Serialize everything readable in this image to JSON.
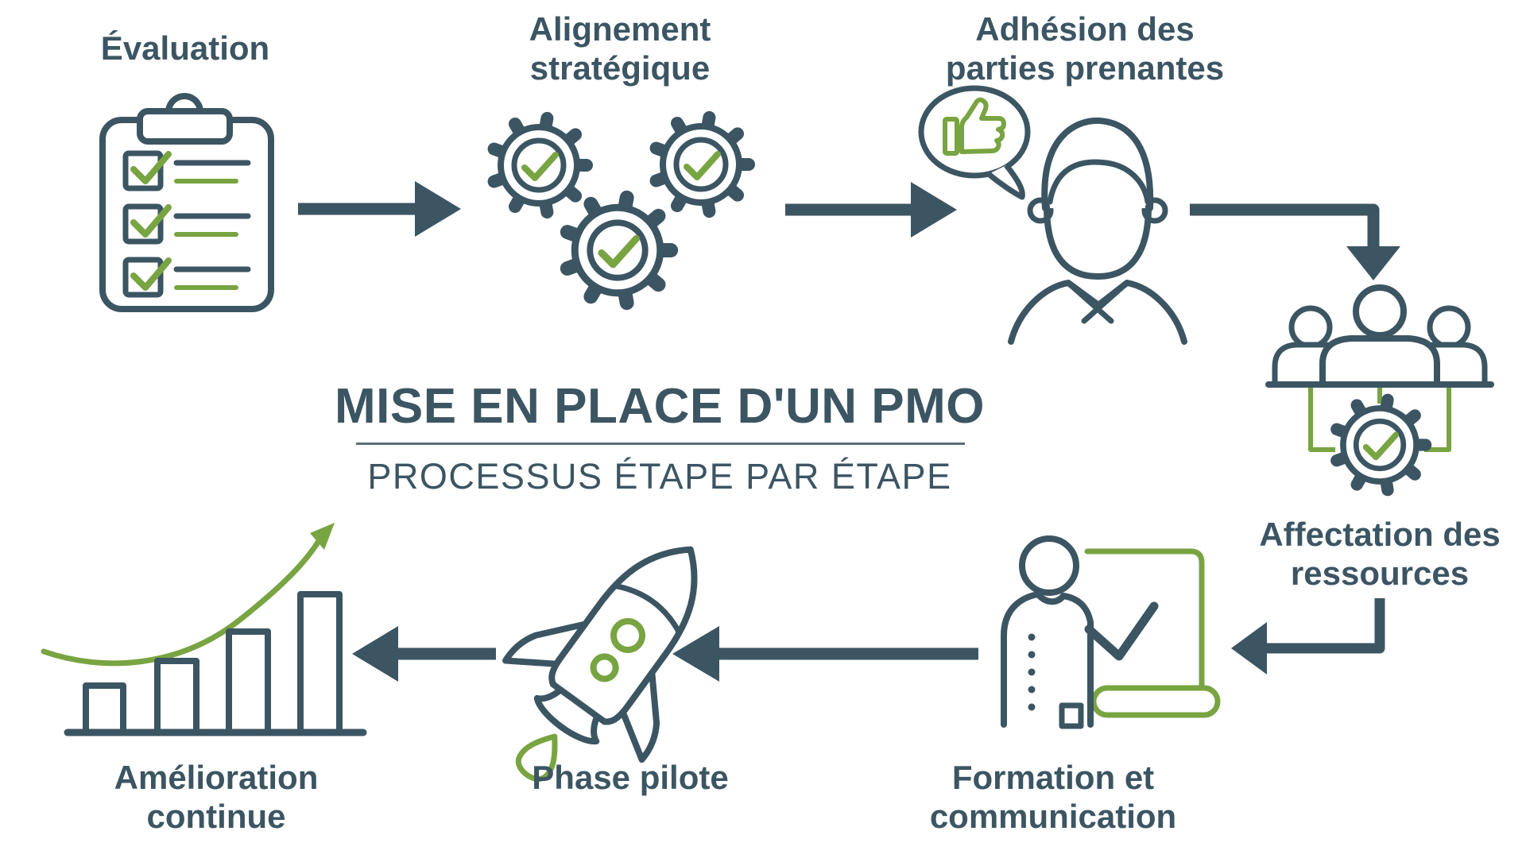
{
  "meta": {
    "kind": "process-infographic",
    "language": "fr"
  },
  "colors": {
    "dark": "#3c5563",
    "green": "#78a442",
    "background": "#ffffff"
  },
  "title": {
    "main": "MISE EN PLACE D'UN PMO",
    "subtitle": "PROCESSUS ÉTAPE PAR ÉTAPE"
  },
  "steps": [
    {
      "id": "evaluation",
      "label_lines": [
        "Évaluation"
      ],
      "icon": "clipboard-checklist-icon"
    },
    {
      "id": "alignement",
      "label_lines": [
        "Alignement",
        "stratégique"
      ],
      "icon": "gears-check-icon"
    },
    {
      "id": "adhesion",
      "label_lines": [
        "Adhésion des",
        "parties prenantes"
      ],
      "icon": "person-thumbs-up-icon"
    },
    {
      "id": "affectation",
      "label_lines": [
        "Affectation des",
        "ressources"
      ],
      "icon": "team-gear-icon"
    },
    {
      "id": "formation",
      "label_lines": [
        "Formation et",
        "communication"
      ],
      "icon": "trainer-flipchart-icon"
    },
    {
      "id": "phase-pilote",
      "label_lines": [
        "Phase pilote"
      ],
      "icon": "rocket-icon"
    },
    {
      "id": "amelioration",
      "label_lines": [
        "Amélioration",
        "continue"
      ],
      "icon": "growth-chart-icon"
    }
  ]
}
